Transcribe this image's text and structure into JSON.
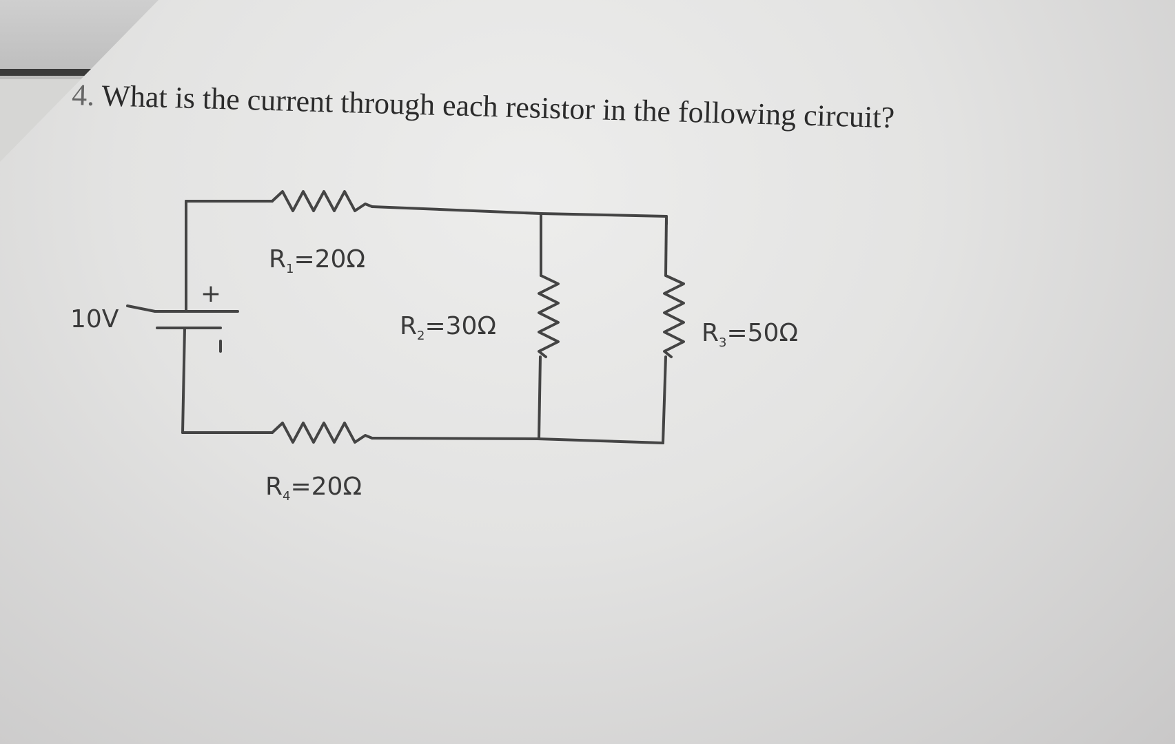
{
  "question": {
    "number": "4.",
    "text": "What is the current through each resistor in the following circuit?"
  },
  "circuit": {
    "source": {
      "voltage_label": "10V",
      "plus": "+"
    },
    "resistors": [
      {
        "name": "R",
        "sub": "1",
        "value": "=20Ω"
      },
      {
        "name": "R",
        "sub": "2",
        "value": "=30Ω"
      },
      {
        "name": "R",
        "sub": "3",
        "value": "=50Ω"
      },
      {
        "name": "R",
        "sub": "4",
        "value": "=20Ω"
      }
    ]
  }
}
